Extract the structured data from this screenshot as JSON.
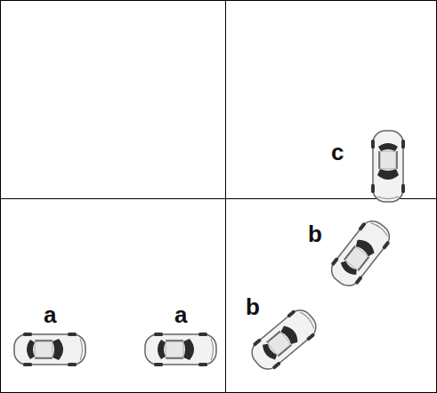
{
  "diagram": {
    "labels": [
      "c",
      "b",
      "a",
      "a",
      "b"
    ]
  }
}
